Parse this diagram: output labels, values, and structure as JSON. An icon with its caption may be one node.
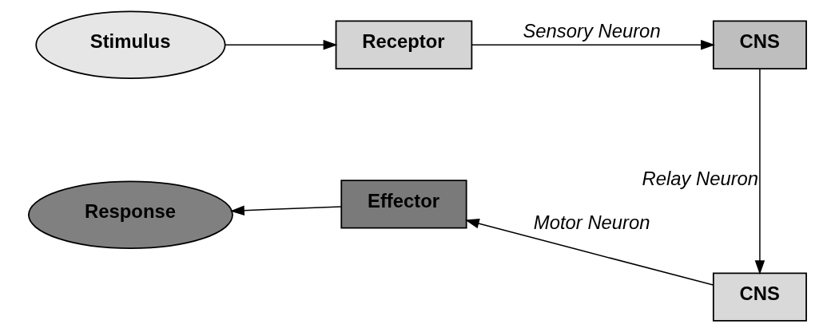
{
  "diagram": {
    "nodes": [
      {
        "text": [
          "Stimulus"
        ]
      },
      {
        "text": [
          "Receptor"
        ]
      },
      {
        "text": [
          "CNS"
        ]
      },
      {
        "text": [
          "CNS"
        ]
      },
      {
        "text": [
          "Effector"
        ]
      },
      {
        "text": [
          "Response"
        ]
      }
    ],
    "edges": [
      {
        "from": 0,
        "to": 1,
        "arrow": "to"
      },
      {
        "from": 1,
        "to": 2,
        "arrow": "to",
        "label": "Sensory Neuron"
      },
      {
        "from": 2,
        "to": 3,
        "arrow": "to",
        "label": "Relay Neuron"
      },
      {
        "from": 3,
        "to": 4,
        "arrow": "to",
        "label": "Motor Neuron"
      },
      {
        "from": 4,
        "to": 5,
        "arrow": "to"
      }
    ]
  }
}
